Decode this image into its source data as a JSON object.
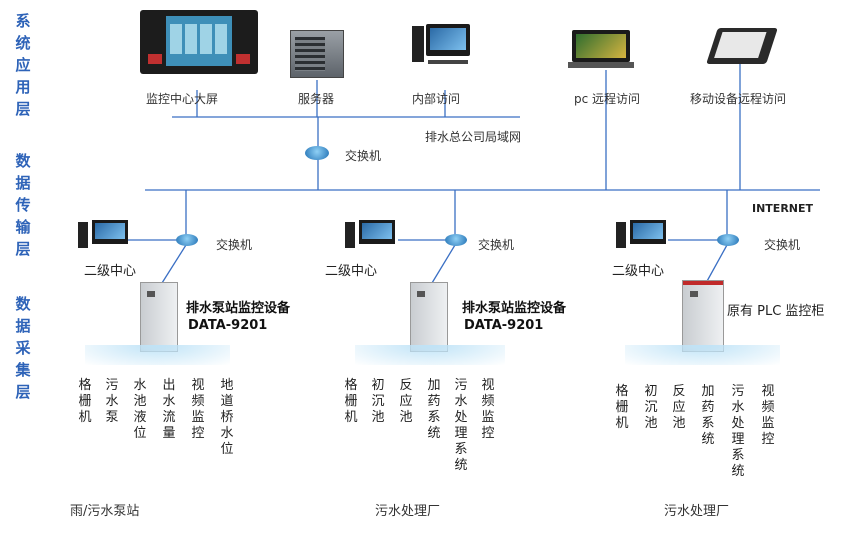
{
  "layers": {
    "app": "系统应用层",
    "transport": "数据传输层",
    "collect": "数据采集层"
  },
  "app_devices": {
    "screen": "监控中心大屏",
    "server": "服务器",
    "internal": "内部访问",
    "pc_remote": "pc 远程访问",
    "mobile_remote": "移动设备远程访问"
  },
  "network": {
    "lan": "排水总公司局域网",
    "switch_main": "交换机",
    "internet": "INTERNET"
  },
  "stations": [
    {
      "center": "二级中心",
      "switch": "交换机",
      "device_name": "排水泵站监控设备",
      "device_model": "DATA-9201",
      "items": [
        "格栅机",
        "污水泵",
        "水池液位",
        "出水流量",
        "视频监控",
        "地道桥水位"
      ],
      "site": "雨/污水泵站"
    },
    {
      "center": "二级中心",
      "switch": "交换机",
      "device_name": "排水泵站监控设备",
      "device_model": "DATA-9201",
      "items": [
        "格栅机",
        "初沉池",
        "反应池",
        "加药系统",
        "污水处理系统",
        "视频监控"
      ],
      "site": "污水处理厂"
    },
    {
      "center": "二级中心",
      "switch": "交换机",
      "device_name": "原有 PLC 监控柜",
      "device_model": "",
      "items": [
        "格栅机",
        "初沉池",
        "反应池",
        "加药系统",
        "污水处理系统",
        "视频监控"
      ],
      "site": "污水处理厂"
    }
  ]
}
